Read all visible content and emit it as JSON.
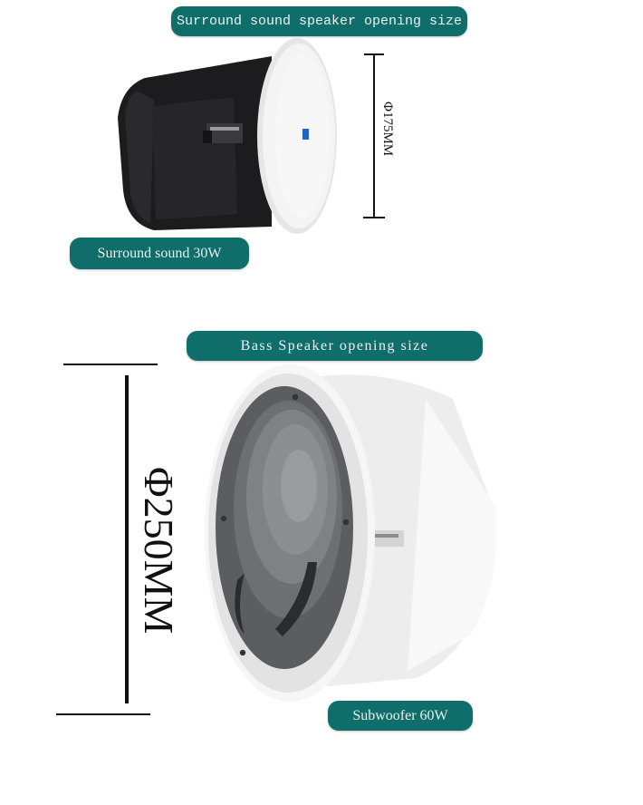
{
  "sections": {
    "surround": {
      "title": "Surround sound speaker opening size",
      "dimension": "Φ175MM",
      "product_label": "Surround sound 30W"
    },
    "bass": {
      "title": "Bass Speaker opening size",
      "dimension": "Φ250MM",
      "product_label": "Subwoofer 60W"
    }
  },
  "colors": {
    "label_background": "#0f6d6a",
    "label_text": "#e9f2f1",
    "dimension_lines": "#111111",
    "speaker_body_dark": "#1c1c1e",
    "speaker_white": "#f3f3f3",
    "driver_grey": "#5b5d60"
  }
}
